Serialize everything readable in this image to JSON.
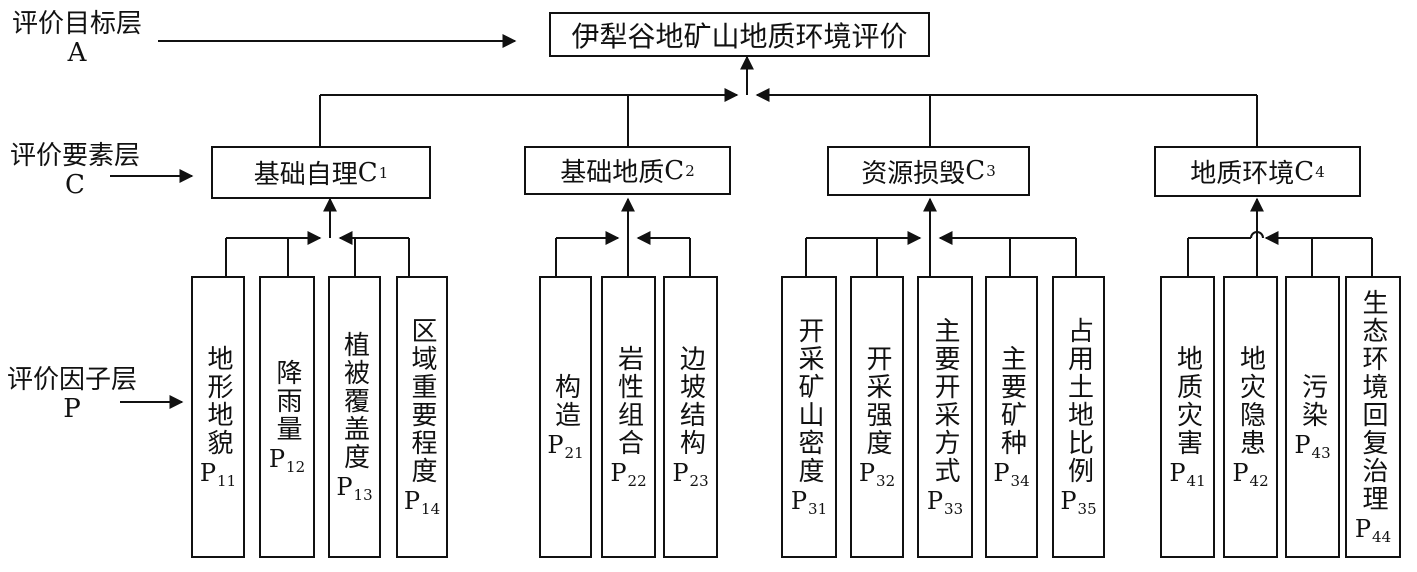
{
  "layers": {
    "goal": {
      "name": "评价目标层",
      "code": "A"
    },
    "element": {
      "name": "评价要素层",
      "code": "C"
    },
    "factor": {
      "name": "评价因子层",
      "code": "P"
    }
  },
  "goal": {
    "label": "伊犁谷地矿山地质环境评价"
  },
  "categories": [
    {
      "label": "基础自理",
      "code": "C",
      "sub": "1"
    },
    {
      "label": "基础地质",
      "code": "C",
      "sub": "2"
    },
    {
      "label": "资源损毁",
      "code": "C",
      "sub": "3"
    },
    {
      "label": "地质环境",
      "code": "C",
      "sub": "4"
    }
  ],
  "factors": [
    {
      "label": "地形地貌",
      "code": "P",
      "sub": "11"
    },
    {
      "label": "降雨量",
      "code": "P",
      "sub": "12"
    },
    {
      "label": "植被覆盖度",
      "code": "P",
      "sub": "13"
    },
    {
      "label": "区域重要程度",
      "code": "P",
      "sub": "14"
    },
    {
      "label": "构造",
      "code": "P",
      "sub": "21"
    },
    {
      "label": "岩性组合",
      "code": "P",
      "sub": "22"
    },
    {
      "label": "边坡结构",
      "code": "P",
      "sub": "23"
    },
    {
      "label": "开采矿山密度",
      "code": "P",
      "sub": "31"
    },
    {
      "label": "开采强度",
      "code": "P",
      "sub": "32"
    },
    {
      "label": "主要开采方式",
      "code": "P",
      "sub": "33"
    },
    {
      "label": "主要矿种",
      "code": "P",
      "sub": "34"
    },
    {
      "label": "占用土地比例",
      "code": "P",
      "sub": "35"
    },
    {
      "label": "地质灾害",
      "code": "P",
      "sub": "41"
    },
    {
      "label": "地灾隐患",
      "code": "P",
      "sub": "42"
    },
    {
      "label": "污染",
      "code": "P",
      "sub": "43"
    },
    {
      "label": "生态环境回复治理",
      "code": "P",
      "sub": "44"
    }
  ]
}
